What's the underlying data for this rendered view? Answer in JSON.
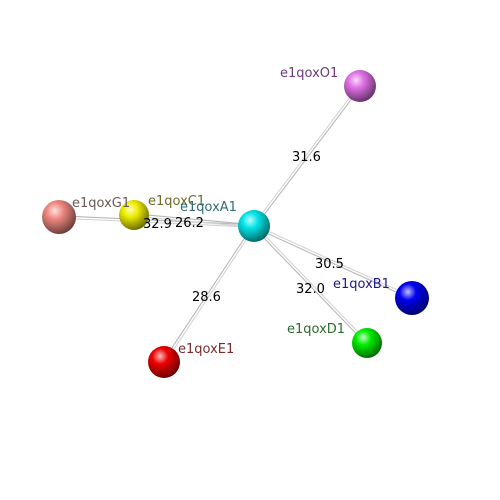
{
  "scene": {
    "center": {
      "id": "e1qoxA1",
      "label": "e1qoxA1",
      "color": "#00e5e8",
      "label_color": "#2e6b78"
    },
    "nodes": [
      {
        "id": "e1qoxO1",
        "label": "e1qoxO1",
        "color": "#e070e6",
        "label_color": "#6e3a7a",
        "distance": "31.6"
      },
      {
        "id": "e1qoxB1",
        "label": "e1qoxB1",
        "color": "#0000ee",
        "label_color": "#1a1a8c",
        "distance": "30.5"
      },
      {
        "id": "e1qoxD1",
        "label": "e1qoxD1",
        "color": "#00ee00",
        "label_color": "#2e6b2e",
        "distance": "32.0"
      },
      {
        "id": "e1qoxE1",
        "label": "e1qoxE1",
        "color": "#ee0000",
        "label_color": "#7a2a2a",
        "distance": "28.6"
      },
      {
        "id": "e1qoxG1",
        "label": "e1qoxG1",
        "color": "#ee8880",
        "label_color": "#6b5a5a",
        "distance": "32.9"
      },
      {
        "id": "e1qoxC1",
        "label": "e1qoxC1",
        "color": "#eeee00",
        "label_color": "#6b6b2a",
        "distance": "26.2"
      }
    ]
  }
}
